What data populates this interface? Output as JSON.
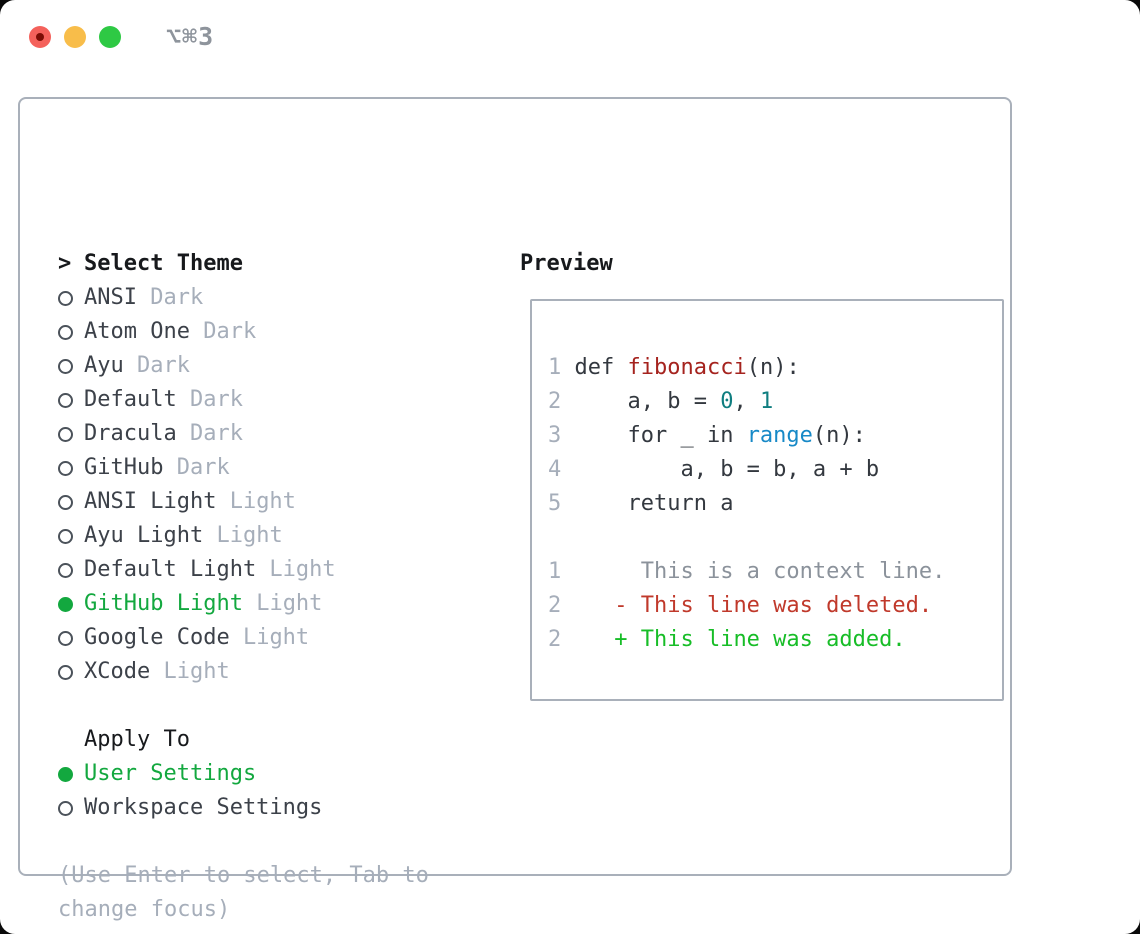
{
  "window": {
    "title": "⌥⌘3"
  },
  "colors": {
    "page_bg": "#0a0a0a",
    "window_bg": "#ffffff",
    "border": "#a9b0ba",
    "heading": "#17191c",
    "text": "#3c4149",
    "muted": "#a6aeba",
    "context": "#8b929b",
    "green": "#13a83f",
    "diff_green": "#17bd27",
    "diff_red": "#c0392b",
    "func_red": "#a5231e",
    "num_teal": "#0f7e80",
    "builtin_blue": "#1789c7",
    "code_text": "#33383f",
    "radio_outline": "#4b525a",
    "traffic_red": "#f4615b",
    "traffic_red_dot": "#7b0d05",
    "traffic_yellow": "#f8bd4a",
    "traffic_green": "#2ec944",
    "title_gray": "#8e949c"
  },
  "select_theme": {
    "prompt": ">",
    "title": "Select Theme",
    "items": [
      {
        "label": "ANSI",
        "variant": "Dark",
        "selected": false
      },
      {
        "label": "Atom One",
        "variant": "Dark",
        "selected": false
      },
      {
        "label": "Ayu",
        "variant": "Dark",
        "selected": false
      },
      {
        "label": "Default",
        "variant": "Dark",
        "selected": false
      },
      {
        "label": "Dracula",
        "variant": "Dark",
        "selected": false
      },
      {
        "label": "GitHub",
        "variant": "Dark",
        "selected": false
      },
      {
        "label": "ANSI Light",
        "variant": "Light",
        "selected": false
      },
      {
        "label": "Ayu Light",
        "variant": "Light",
        "selected": false
      },
      {
        "label": "Default Light",
        "variant": "Light",
        "selected": false
      },
      {
        "label": "GitHub Light",
        "variant": "Light",
        "selected": true
      },
      {
        "label": "Google Code",
        "variant": "Light",
        "selected": false
      },
      {
        "label": "XCode",
        "variant": "Light",
        "selected": false
      }
    ]
  },
  "apply_to": {
    "title": "Apply To",
    "items": [
      {
        "label": "User Settings",
        "selected": true
      },
      {
        "label": "Workspace Settings",
        "selected": false
      }
    ]
  },
  "footer": {
    "lines": [
      "(Use Enter to select, Tab to",
      "change focus)"
    ]
  },
  "preview": {
    "title": "Preview",
    "code_lines": [
      {
        "num": "1",
        "tokens": [
          {
            "t": "def ",
            "c": "code"
          },
          {
            "t": "fibonacci",
            "c": "func"
          },
          {
            "t": "(n):",
            "c": "code"
          }
        ]
      },
      {
        "num": "2",
        "tokens": [
          {
            "t": "    a, b = ",
            "c": "code"
          },
          {
            "t": "0",
            "c": "num"
          },
          {
            "t": ", ",
            "c": "code"
          },
          {
            "t": "1",
            "c": "num"
          }
        ]
      },
      {
        "num": "3",
        "tokens": [
          {
            "t": "    for _ in ",
            "c": "code"
          },
          {
            "t": "range",
            "c": "builtin"
          },
          {
            "t": "(n):",
            "c": "code"
          }
        ]
      },
      {
        "num": "4",
        "tokens": [
          {
            "t": "        a, b = b, a + b",
            "c": "code"
          }
        ]
      },
      {
        "num": "5",
        "tokens": [
          {
            "t": "    return a",
            "c": "code"
          }
        ]
      }
    ],
    "diff_lines": [
      {
        "num": "1",
        "marker": " ",
        "kind": "context",
        "text": "This is a context line."
      },
      {
        "num": "2",
        "marker": "-",
        "kind": "deleted",
        "text": "This line was deleted."
      },
      {
        "num": "2",
        "marker": "+",
        "kind": "added",
        "text": "This line was added."
      }
    ]
  }
}
